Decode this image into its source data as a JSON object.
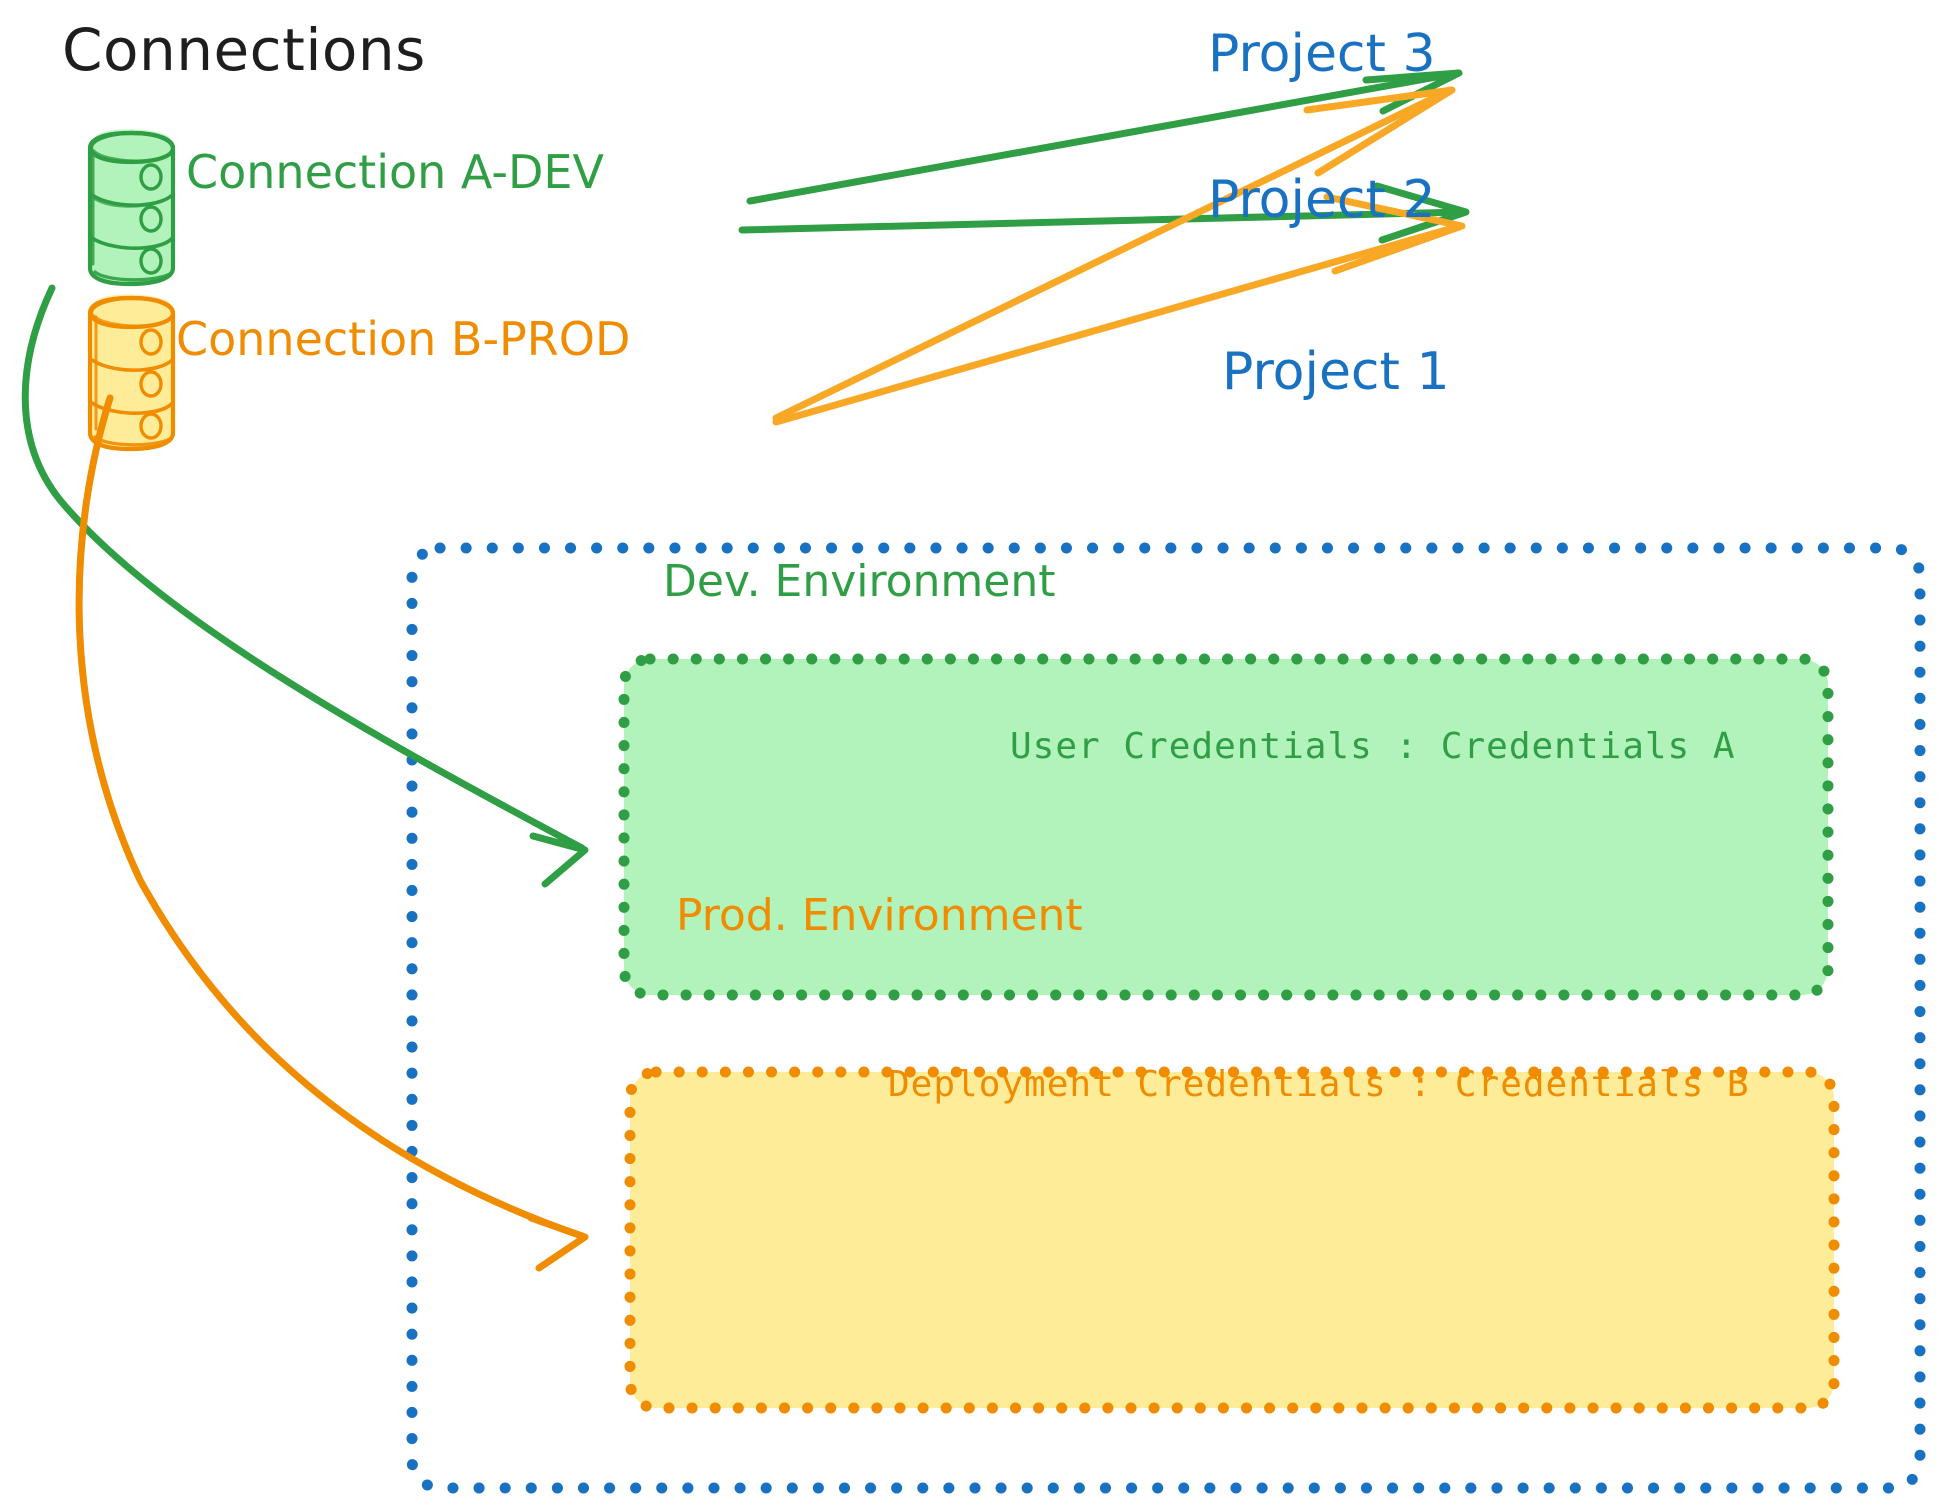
{
  "diagram": {
    "title": "Connections",
    "background": "#ffffff",
    "colors": {
      "green_stroke": "#2f9e44",
      "green_fill": "#b2f2bb",
      "orange_stroke": "#f08c00",
      "orange_fill": "#ffec99",
      "blue": "#1971c2",
      "black": "#1e1e1e"
    }
  },
  "connections": [
    {
      "id": "connection-a-dev",
      "label": "Connection A-DEV",
      "color": "#2f9e44",
      "icon": "database-icon",
      "targets": [
        "Project 3",
        "Project 2",
        "Dev. Environment"
      ]
    },
    {
      "id": "connection-b-prod",
      "label": "Connection B-PROD",
      "color": "#f08c00",
      "icon": "database-icon",
      "targets": [
        "Project 3",
        "Project 2",
        "Prod. Environment"
      ]
    }
  ],
  "projects": [
    {
      "id": "project-3",
      "label": "Project 3"
    },
    {
      "id": "project-2",
      "label": "Project 2"
    },
    {
      "id": "project-1",
      "label": "Project 1"
    }
  ],
  "project1": {
    "label": "Project 1",
    "environments": [
      {
        "id": "dev-environment",
        "title": "Dev. Environment",
        "credential_label": "User Credentials",
        "credential_value": "Credentials A",
        "credential_text": "User Credentials : Credentials A",
        "stroke": "#2f9e44",
        "fill": "#b2f2bb"
      },
      {
        "id": "prod-environment",
        "title": "Prod. Environment",
        "credential_label": "Deployment Credentials",
        "credential_value": "Credentials B",
        "credential_text": "Deployment Credentials : Credentials B",
        "stroke": "#f08c00",
        "fill": "#ffec99"
      }
    ]
  }
}
